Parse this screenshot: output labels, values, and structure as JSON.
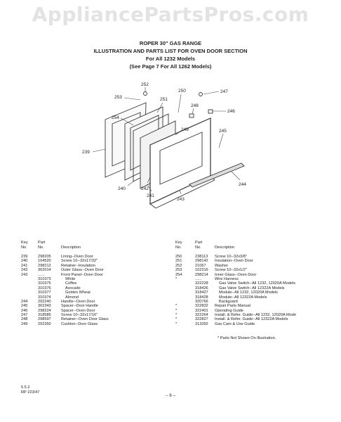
{
  "watermark": "AppliancePartsPros.com",
  "header": {
    "line1": "ROPER 30\" GAS RANGE",
    "line2": "ILLUSTRATION AND PARTS LIST FOR OVEN DOOR SECTION",
    "line3": "For All 1232 Models",
    "line4": "(See Page 7 For All 1262 Models)"
  },
  "callouts": [
    "252",
    "253",
    "251",
    "250",
    "247",
    "248",
    "246",
    "254",
    "249",
    "245",
    "239",
    "244",
    "240",
    "242",
    "241",
    "243"
  ],
  "columns": {
    "key": "Key",
    "no": "No.",
    "part": "Part",
    "part_no": "No.",
    "description": "Description"
  },
  "left_rows": [
    {
      "key": "239",
      "part": "298205",
      "desc": "Lining--Oven Door",
      "indent": false
    },
    {
      "key": "240",
      "part": "104520",
      "desc": "Screw 10--32x17/32\"",
      "indent": false
    },
    {
      "key": "241",
      "part": "298212",
      "desc": "Retainer--Insulation",
      "indent": false
    },
    {
      "key": "242",
      "part": "302014",
      "desc": "Outer Glass--Oven Door",
      "indent": false
    },
    {
      "key": "243",
      "part": "......",
      "desc": "Front Panel--Oven Door",
      "indent": false
    },
    {
      "key": "",
      "part": "310373",
      "desc": "White",
      "indent": true
    },
    {
      "key": "",
      "part": "310375",
      "desc": "Coffee",
      "indent": true
    },
    {
      "key": "",
      "part": "310376",
      "desc": "Avocado",
      "indent": true
    },
    {
      "key": "",
      "part": "310377",
      "desc": "Golden Wheat",
      "indent": true
    },
    {
      "key": "",
      "part": "310374",
      "desc": "Almond",
      "indent": true
    },
    {
      "key": "244",
      "part": "292240",
      "desc": "Handle--Oven Door",
      "indent": false
    },
    {
      "key": "245",
      "part": "302343",
      "desc": "Spacer--Door Handle",
      "indent": false
    },
    {
      "key": "246",
      "part": "298224",
      "desc": "Spacer--Oven Door",
      "indent": false
    },
    {
      "key": "247",
      "part": "318585",
      "desc": "Screw 10--32x17/16\"",
      "indent": false
    },
    {
      "key": "248",
      "part": "298597",
      "desc": "Retainer--Oven Door Glass",
      "indent": false
    },
    {
      "key": "249",
      "part": "292350",
      "desc": "Cushion--Door Glass",
      "indent": false
    }
  ],
  "right_rows": [
    {
      "key": "250",
      "part": "238113",
      "desc": "Screw 10--32x3/8\"",
      "indent": false
    },
    {
      "key": "251",
      "part": "298142",
      "desc": "Insulation--Oven Door",
      "indent": false
    },
    {
      "key": "252",
      "part": "21067",
      "desc": "Washer",
      "indent": false
    },
    {
      "key": "253",
      "part": "102316",
      "desc": "Screw 10--32x1/2\"",
      "indent": false
    },
    {
      "key": "254",
      "part": "298214",
      "desc": "Inner Glass--Oven Door",
      "indent": false
    },
    {
      "key": "*",
      "part": "......",
      "desc": "Wire Harness",
      "indent": false
    },
    {
      "key": "",
      "part": "322228",
      "desc": "Gas Valve Switch--All 1232, 12020A Models",
      "indent": true
    },
    {
      "key": "",
      "part": "318426",
      "desc": "Gas Valve Switch--All 12322A Models",
      "indent": true
    },
    {
      "key": "",
      "part": "318427",
      "desc": "Module--All 1232, 12020A Models",
      "indent": true
    },
    {
      "key": "",
      "part": "318428",
      "desc": "Module--All 12322A Models",
      "indent": true
    },
    {
      "key": "",
      "part": "320766",
      "desc": "Backguard",
      "indent": true
    },
    {
      "key": "*",
      "part": "322832",
      "desc": "Repair Parts Manual",
      "indent": false
    },
    {
      "key": "*",
      "part": "322401",
      "desc": "Operating Guide",
      "indent": false
    },
    {
      "key": "*",
      "part": "322264",
      "desc": "Install. & Refer. Guide--All 1232, 12020A Mode",
      "indent": false
    },
    {
      "key": "*",
      "part": "322827",
      "desc": "Install. & Refer. Guide--All 12322A Models",
      "indent": false
    },
    {
      "key": "*",
      "part": "313392",
      "desc": "Gas Care & Use Guide",
      "indent": false
    }
  ],
  "note": "*  Parts Not Shown On Illustration.",
  "footer": {
    "line1": "5.5.2",
    "line2": "RP 223/47"
  },
  "page_number": "-- 6 --"
}
